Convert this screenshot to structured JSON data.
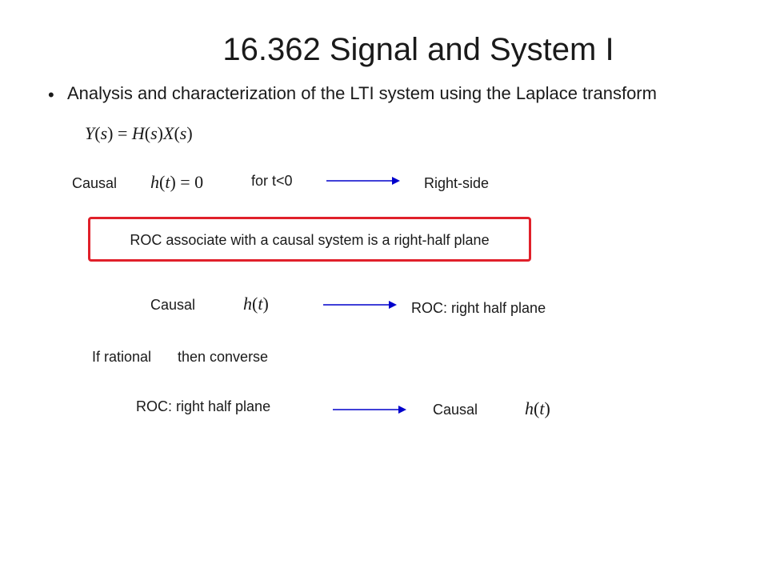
{
  "title": "16.362 Signal and System I",
  "bullet": "Analysis and characterization of the LTI system using the Laplace transform",
  "equation": "Y(s) = H(s)X(s)",
  "row1": {
    "label": "Causal",
    "math": "h(t) = 0",
    "condition": "for t<0",
    "result": "Right-side"
  },
  "highlight": "ROC associate with a causal system is a right-half plane",
  "row2": {
    "label": "Causal",
    "math": "h(t)",
    "result": "ROC: right half plane"
  },
  "row3": {
    "text1": "If rational",
    "text2": "then converse"
  },
  "row4": {
    "label": "ROC: right half plane",
    "result": "Causal",
    "math": "h(t)"
  },
  "colors": {
    "highlight_border": "#e0202a",
    "arrow": "#0000cc"
  }
}
